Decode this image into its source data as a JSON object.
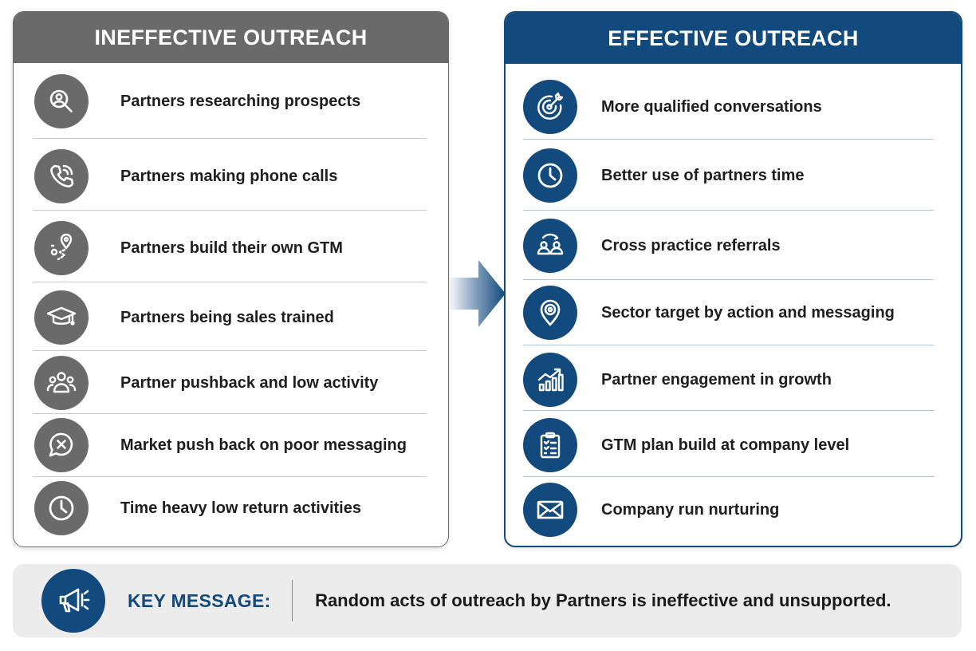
{
  "colors": {
    "ineffective": "#6a6a6a",
    "effective": "#134a7e",
    "key_bg": "#ececec"
  },
  "ineffective": {
    "title": "INEFFECTIVE OUTREACH",
    "items": [
      {
        "icon": "search-user-icon",
        "label": "Partners researching prospects"
      },
      {
        "icon": "phone-icon",
        "label": "Partners making phone calls"
      },
      {
        "icon": "map-route-icon",
        "label": "Partners build their own GTM"
      },
      {
        "icon": "graduation-cap-icon",
        "label": "Partners being sales trained"
      },
      {
        "icon": "group-icon",
        "label": "Partner pushback and low activity"
      },
      {
        "icon": "message-x-icon",
        "label": "Market push back on poor messaging"
      },
      {
        "icon": "clock-icon",
        "label": "Time heavy low return activities"
      }
    ]
  },
  "effective": {
    "title": "EFFECTIVE OUTREACH",
    "items": [
      {
        "icon": "target-icon",
        "label": "More qualified conversations"
      },
      {
        "icon": "clock-icon",
        "label": "Better use of partners time"
      },
      {
        "icon": "referral-icon",
        "label": "Cross practice referrals"
      },
      {
        "icon": "location-target-icon",
        "label": "Sector target by action and messaging"
      },
      {
        "icon": "growth-chart-icon",
        "label": "Partner engagement in growth"
      },
      {
        "icon": "clipboard-icon",
        "label": "GTM plan build at company level"
      },
      {
        "icon": "mail-icon",
        "label": "Company run nurturing"
      }
    ]
  },
  "key_message": {
    "icon": "megaphone-icon",
    "title": "KEY MESSAGE:",
    "text": "Random acts of outreach by Partners is ineffective and unsupported."
  }
}
